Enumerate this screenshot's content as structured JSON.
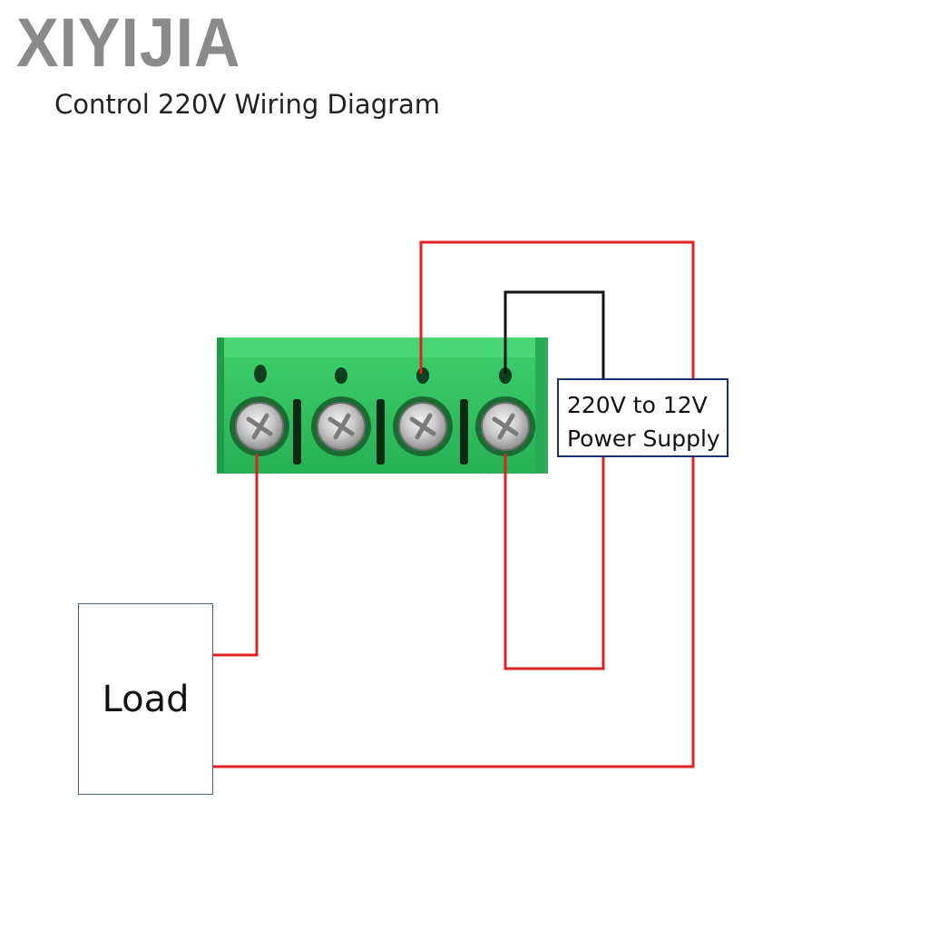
{
  "brand": "XIYIJIA",
  "title": "Control 220V Wiring Diagram",
  "power_supply": {
    "line1": "220V to 12V",
    "line2": "Power Supply"
  },
  "load": {
    "label": "Load"
  },
  "colors": {
    "terminal_green": "#2fbf5f",
    "terminal_dark": "#1e8f44",
    "wire_red": "#e02020",
    "wire_black": "#111111",
    "box_border": "#1c2e6a"
  },
  "terminal_block": {
    "terminal_count": 4
  }
}
